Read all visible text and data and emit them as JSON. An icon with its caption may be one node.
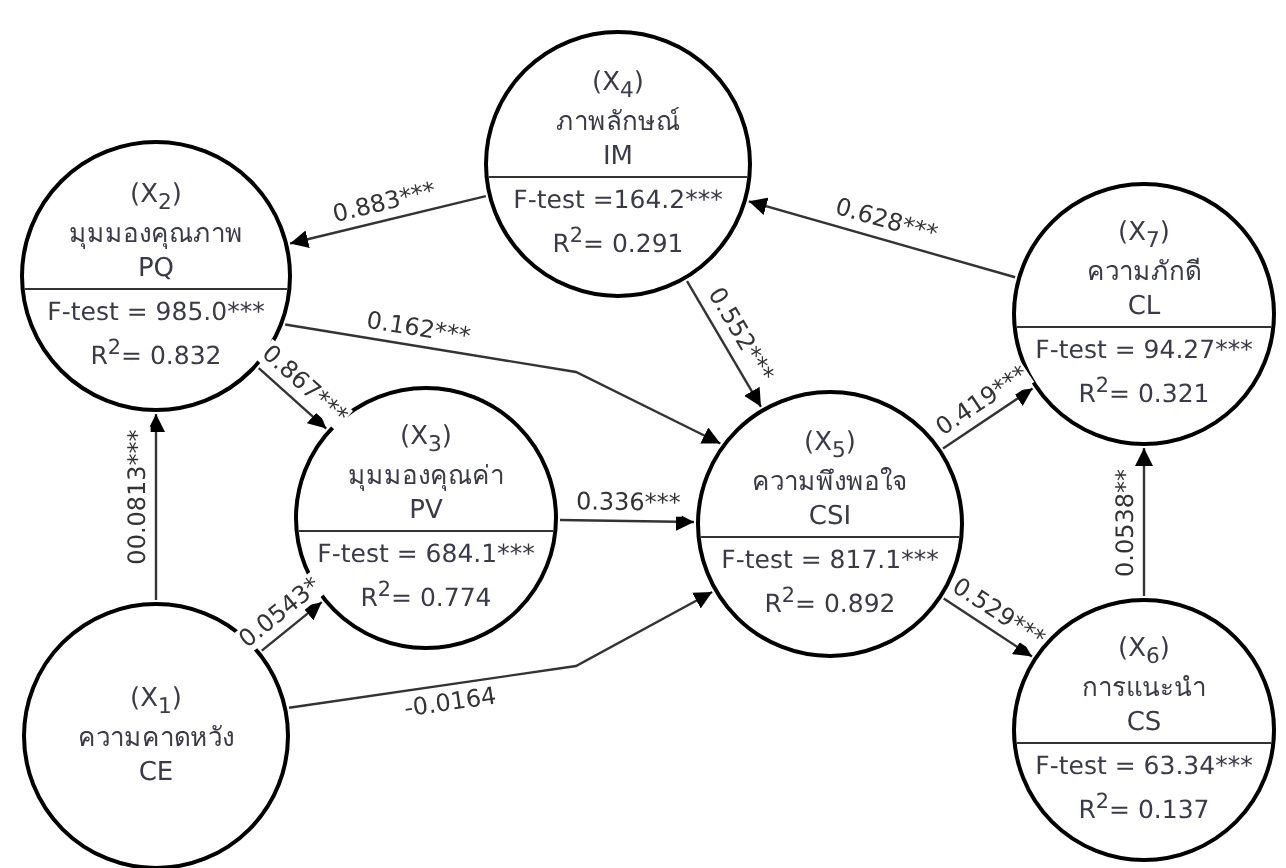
{
  "diagram": {
    "nodes": [
      {
        "text": [
          "(X$_{2}$)",
          "มุมมองคุณภาพ",
          "PQ",
          "F-test = 985.0***",
          "R$^{2}$= 0.832"
        ]
      },
      {
        "text": [
          "(X$_{4}$)",
          "ภาพลักษณ์",
          "IM",
          "F-test =164.2***",
          "R$^{2}$= 0.291"
        ]
      },
      {
        "text": [
          "(X$_{7}$)",
          "ความภักดี",
          "CL",
          "F-test = 94.27***",
          "R$^{2}$= 0.321"
        ]
      },
      {
        "text": [
          "(X$_{3}$)",
          "มุมมองคุณค่า",
          "PV",
          "F-test = 684.1***",
          "R$^{2}$= 0.774"
        ]
      },
      {
        "text": [
          "(X$_{5}$)",
          "ความพึงพอใจ",
          "CSI",
          "F-test = 817.1***",
          "R$^{2}$= 0.892"
        ]
      },
      {
        "text": [
          "(X$_{1}$)",
          "ความคาดหวัง",
          "CE"
        ]
      },
      {
        "text": [
          "(X$_{6}$)",
          "การแนะนำ",
          "CS",
          "F-test = 63.34***",
          "R$^{2}$= 0.137"
        ]
      }
    ],
    "edges": [
      {
        "from": 1,
        "to": 0,
        "arrow": "to",
        "label": "0.883***"
      },
      {
        "from": 2,
        "to": 1,
        "arrow": "to",
        "label": "0.628***"
      },
      {
        "from": 0,
        "to": 4,
        "arrow": "to",
        "label": "0.162***"
      },
      {
        "from": 0,
        "to": 3,
        "arrow": "to",
        "label": "0.867***"
      },
      {
        "from": 1,
        "to": 4,
        "arrow": "to",
        "label": "0.552***"
      },
      {
        "from": 4,
        "to": 2,
        "arrow": "to",
        "label": "0.419***"
      },
      {
        "from": 3,
        "to": 4,
        "arrow": "to",
        "label": "0.336***"
      },
      {
        "from": 5,
        "to": 0,
        "arrow": "to",
        "label": "00.0813***"
      },
      {
        "from": 5,
        "to": 3,
        "arrow": "to",
        "label": "0.0543*"
      },
      {
        "from": 5,
        "to": 4,
        "arrow": "to",
        "label": "-0.0164"
      },
      {
        "from": 4,
        "to": 6,
        "arrow": "to",
        "label": "0.529***"
      },
      {
        "from": 6,
        "to": 2,
        "arrow": "to",
        "label": "0.0538**"
      }
    ]
  }
}
